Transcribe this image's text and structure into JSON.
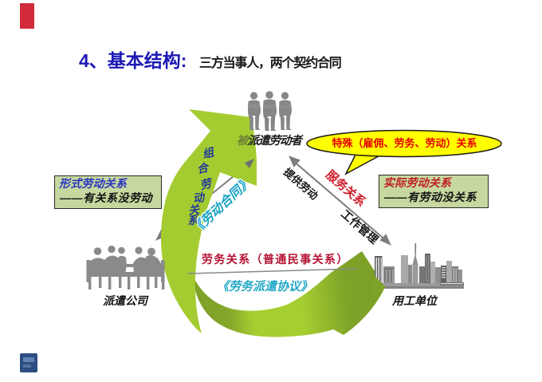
{
  "slide": {
    "title": "4、基本结构:",
    "subtitle": "三方当事人，两个契约合同"
  },
  "diagram": {
    "parties": {
      "dispatched_worker": {
        "label": "被派遣劳动者"
      },
      "dispatch_company": {
        "label": "派遣公司"
      },
      "employing_unit": {
        "label": "用工单位"
      }
    },
    "callout": {
      "text": "特殊（雇佣、劳务、劳动）关系"
    },
    "left_box": {
      "line1": "形式劳动关系",
      "line2": "——有关系没劳动"
    },
    "right_box": {
      "line1": "实际劳动关系",
      "line2": "——有劳动没关系"
    },
    "combo_label": {
      "text": "组合劳动关系"
    },
    "labor_contract": {
      "text": "《劳动合同》"
    },
    "provide_labor": {
      "text": "提供劳动"
    },
    "service_relation": {
      "text": "服务关系"
    },
    "work_management": {
      "text": "工作管理"
    },
    "civil_relation": {
      "text": "劳务关系（普通民事关系）"
    },
    "dispatch_agreement": {
      "text": "《劳务派遣协议》"
    }
  },
  "colors": {
    "title_blue": "#1b18b4",
    "subtitle_black": "#161616",
    "green_bright": "#a4cb2f",
    "green_dark": "#7d9f28",
    "box_fill": "#c6d89f",
    "callout_fill": "#ffff00",
    "callout_text": "#e60000",
    "red_label": "#cf1b28",
    "dark_red_label": "#b51335",
    "cyan_label": "#21a8c6",
    "blue_label": "#2a35c0",
    "combo_blue": "#223a9a",
    "silhouette_gray": "#7f7f7f",
    "corner_red": "#d12b3c",
    "corner_blue": "#2c4d80"
  }
}
